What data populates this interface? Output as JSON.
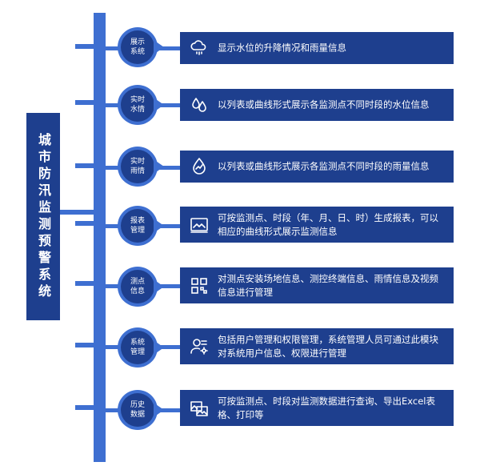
{
  "title": "城市防汛监测预警系统",
  "items": [
    {
      "tag": "展示系统",
      "text": "显示水位的升降情况和雨量信息",
      "icon": "cloud-rain-icon"
    },
    {
      "tag": "实时水情",
      "text": "以列表或曲线形式展示各监测点不同时段的水位信息",
      "icon": "water-drops-icon"
    },
    {
      "tag": "实时雨情",
      "text": "以列表或曲线形式展示各监测点不同时段的雨量信息",
      "icon": "droplet-chart-icon"
    },
    {
      "tag": "报表管理",
      "text": "可按监测点、时段（年、月、日、时）生成报表，可以相应的曲线形式展示监测信息",
      "icon": "image-chart-icon"
    },
    {
      "tag": "测点信息",
      "text": "对测点安装场地信息、测控终端信息、雨情信息及视频信息进行管理",
      "icon": "grid-qr-icon"
    },
    {
      "tag": "系统管理",
      "text": "包括用户管理和权限管理，系统管理人员可通过此模块对系统用户信息、权限进行管理",
      "icon": "user-settings-icon"
    },
    {
      "tag": "历史数据",
      "text": "可按监测点、时段对监测数据进行查询、导出Excel表格、打印等",
      "icon": "images-icon"
    }
  ],
  "colors": {
    "dark": "#1e3f8e",
    "accent": "#3e6fd1"
  }
}
